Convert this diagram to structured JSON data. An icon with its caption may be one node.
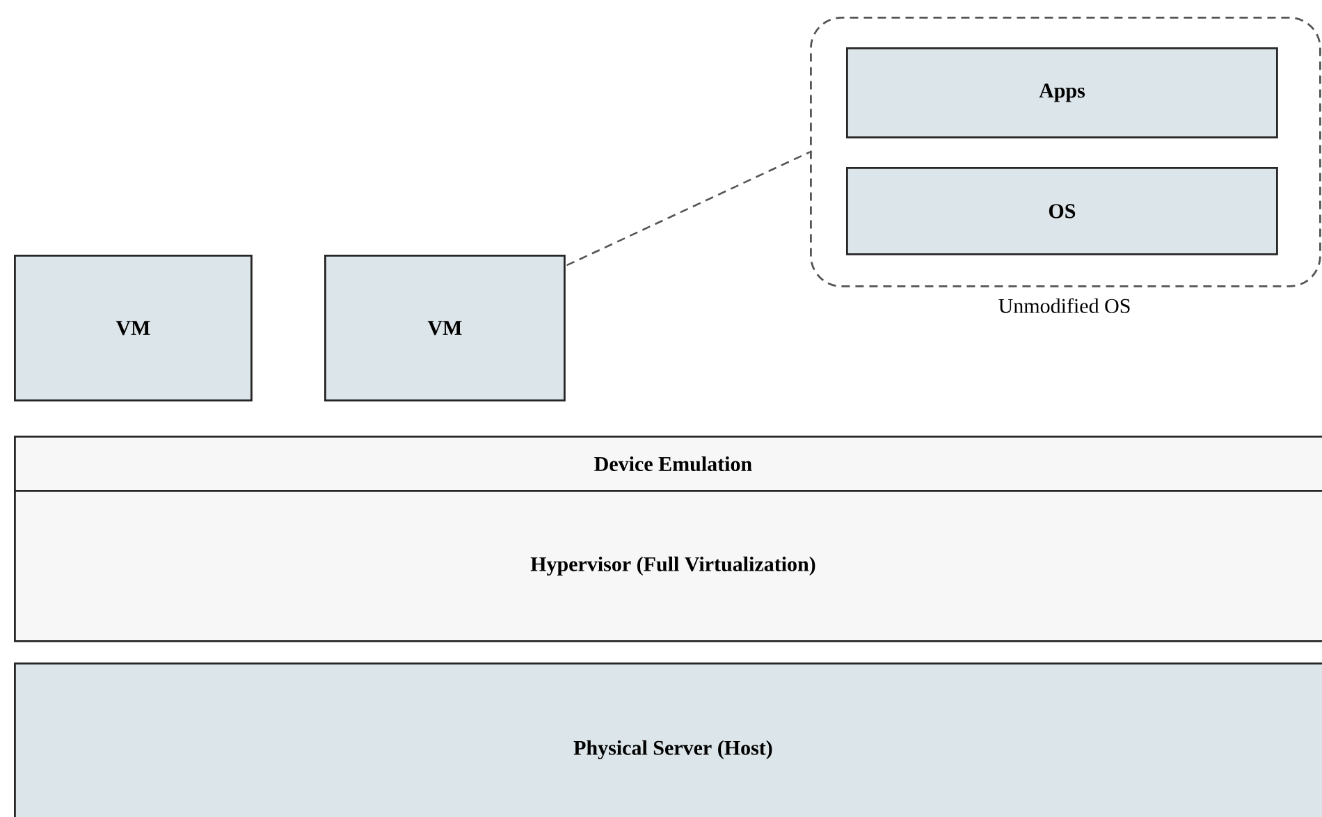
{
  "diagram": {
    "nodes": [
      {
        "text": [],
        "shape": "box",
        "beside": [
          "Unmodified OS"
        ]
      },
      {
        "text": [
          "Apps"
        ],
        "in": 0
      },
      {
        "text": [
          "OS"
        ],
        "in": 0
      },
      {
        "text": [
          "VM"
        ]
      },
      {
        "text": [
          "VM"
        ]
      },
      {
        "text": [
          "Device Emulation"
        ]
      },
      {
        "text": [
          "Hypervisor (Full Virtualization)"
        ]
      },
      {
        "text": [
          "Physical Server (Host)"
        ]
      }
    ],
    "edges": [
      {
        "from": 4,
        "to": 0,
        "arrow": "none",
        "style": "dashed"
      }
    ]
  }
}
